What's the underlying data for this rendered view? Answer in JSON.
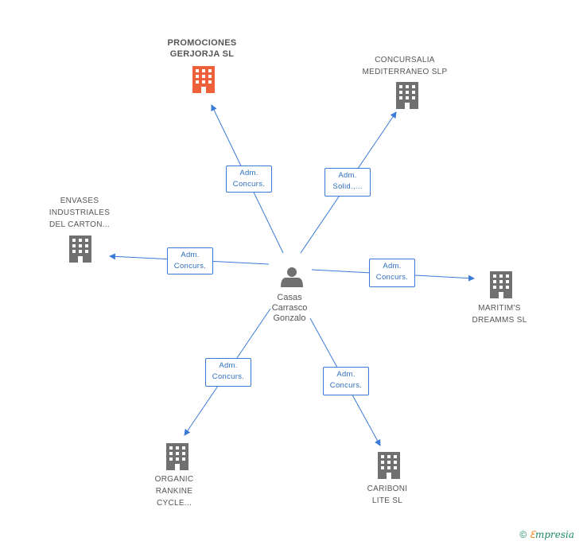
{
  "person": {
    "name": "Casas\nCarrasco\nGonzalo"
  },
  "companies": [
    {
      "id": "promociones",
      "label": "PROMOCIONES\nGERJORJA SL",
      "main": true,
      "color": "#f0603a"
    },
    {
      "id": "concursalia",
      "label": "CONCURSALIA\nMEDITERRANEO SLP",
      "main": false,
      "color": "#707070"
    },
    {
      "id": "envases",
      "label": "ENVASES\nINDUSTRIALES\nDEL CARTON...",
      "main": false,
      "color": "#707070"
    },
    {
      "id": "maritims",
      "label": "MARITIM'S\nDREAMMS SL",
      "main": false,
      "color": "#707070"
    },
    {
      "id": "organic",
      "label": "ORGANIC\nRANKINE\nCYCLE...",
      "main": false,
      "color": "#707070"
    },
    {
      "id": "cariboni",
      "label": "CARIBONI\nLITE SL",
      "main": false,
      "color": "#707070"
    }
  ],
  "roles": [
    {
      "target": "promociones",
      "label": "Adm.\nConcurs."
    },
    {
      "target": "concursalia",
      "label": "Adm.\nSolid.,..."
    },
    {
      "target": "envases",
      "label": "Adm.\nConcurs."
    },
    {
      "target": "maritims",
      "label": "Adm.\nConcurs."
    },
    {
      "target": "organic",
      "label": "Adm.\nConcurs."
    },
    {
      "target": "cariboni",
      "label": "Adm.\nConcurs."
    }
  ],
  "colors": {
    "edge": "#3a7bd5",
    "person": "#707070"
  },
  "footer": {
    "copyright": "©",
    "brand_e": "ℇ",
    "brand_rest": "mpresia"
  }
}
